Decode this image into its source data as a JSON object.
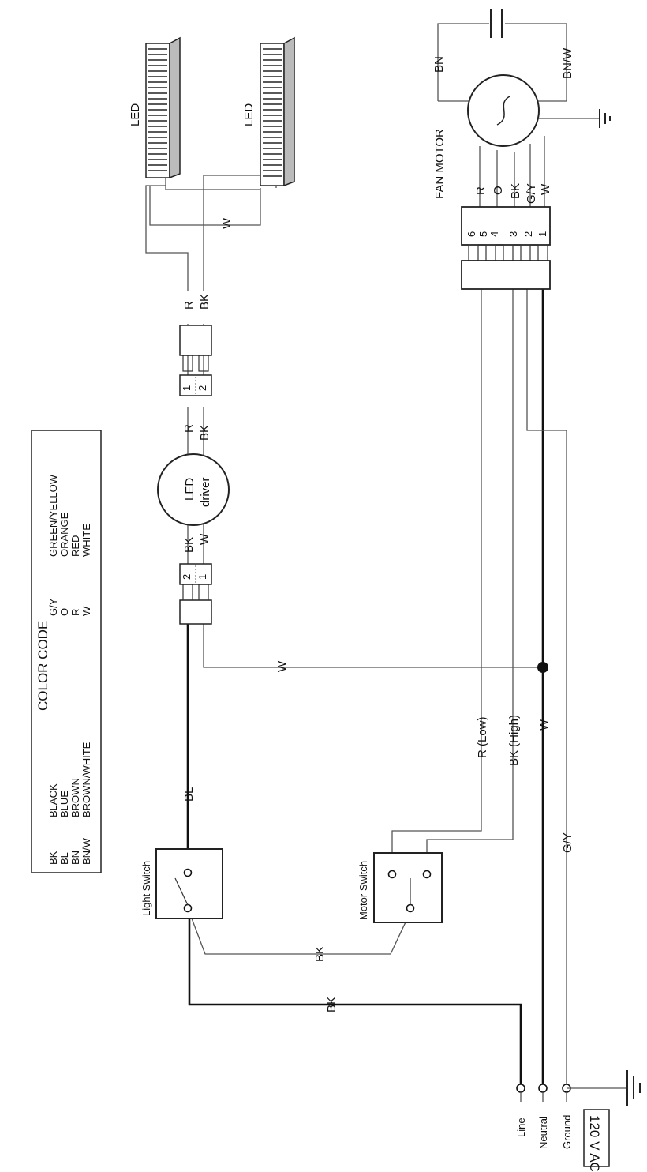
{
  "title": "120 V AC",
  "color_code": {
    "heading": "COLOR CODE",
    "entries": [
      {
        "code": "BK",
        "name": "BLACK"
      },
      {
        "code": "BL",
        "name": "BLUE"
      },
      {
        "code": "BN",
        "name": "BROWN"
      },
      {
        "code": "BN/W",
        "name": "BROWN/WHITE"
      },
      {
        "code": "G/Y",
        "name": "GREEN/YELLOW"
      },
      {
        "code": "O",
        "name": "ORANGE"
      },
      {
        "code": "R",
        "name": "RED"
      },
      {
        "code": "W",
        "name": "WHITE"
      }
    ]
  },
  "terminals": {
    "line": "Line",
    "neutral": "Neutral",
    "ground": "Ground"
  },
  "components": {
    "light_switch": "Light Switch",
    "motor_switch": "Motor Switch",
    "led_driver_line1": "LED",
    "led_driver_line2": "driver",
    "led_top": "LED",
    "led_bottom": "LED",
    "fan_motor": "FAN MOTOR"
  },
  "wire_labels": {
    "bk": "BK",
    "bl": "BL",
    "w": "W",
    "r": "R",
    "gy": "G/Y",
    "bn": "BN",
    "bnw": "BN/W",
    "o": "O",
    "r_low": "R (Low)",
    "bk_high": "BK (High)"
  },
  "connector_pins": {
    "two_pin_a": [
      "2",
      "1"
    ],
    "two_pin_b": [
      "1",
      "2"
    ],
    "six_pin": [
      "6",
      "5",
      "4",
      "3",
      "2",
      "1"
    ]
  }
}
